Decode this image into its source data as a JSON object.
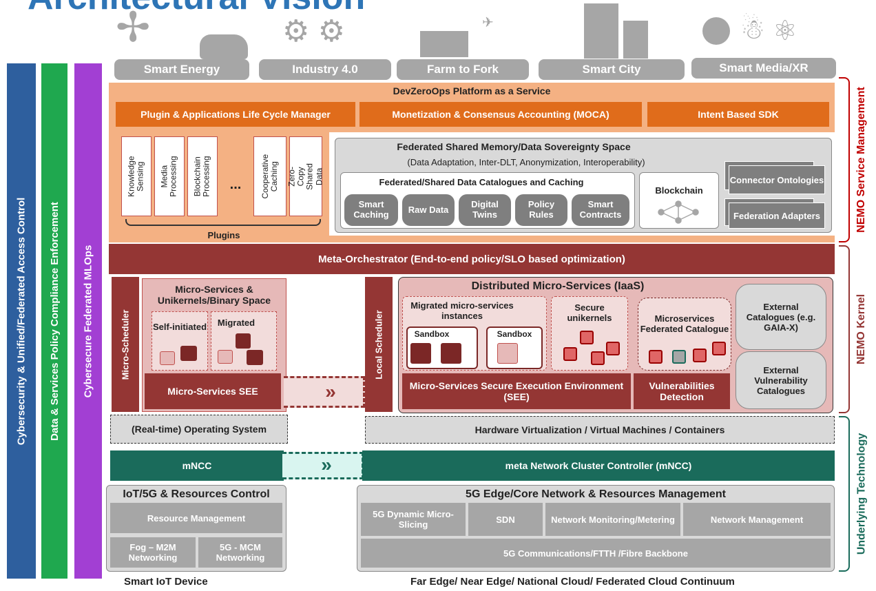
{
  "top_title": "Architectural Vision",
  "verticals": [
    "Smart Energy",
    "Industry 4.0",
    "Farm to Fork",
    "Smart City",
    "Smart Media/XR"
  ],
  "left_bars": [
    {
      "label": "Cybersecurity  &  Unified/Federated Access Control",
      "color": "#2e5f9e"
    },
    {
      "label": "Data & Services Policy Compliance Enforcement",
      "color": "#1fa84f"
    },
    {
      "label": "Cybersecure Federated MLOps",
      "color": "#a23fd3"
    }
  ],
  "right_labels": {
    "service_mgmt": "NEMO Service Management",
    "kernel": "NEMO Kernel",
    "underlying": "Underlying Technology"
  },
  "paas": {
    "title": "DevZeroOps Platform as a Service",
    "modules": [
      "Plugin & Applications Life Cycle Manager",
      "Monetization & Consensus Accounting (MOCA)",
      "Intent Based SDK"
    ]
  },
  "plugins": {
    "items": [
      "Knowledge Sensing",
      "Media Processing",
      "Blockchain Processing",
      "Cooperative Caching",
      "Zero-Copy Shared Data"
    ],
    "ellipsis": "...",
    "label": "Plugins"
  },
  "fsm": {
    "title": "Federated Shared Memory/Data Sovereignty Space",
    "subtitle": "(Data Adaptation, Inter-DLT, Anonymization, Interoperability)",
    "catalogues_title": "Federated/Shared Data Catalogues and Caching",
    "catalogues": [
      "Smart Caching",
      "Raw Data",
      "Digital Twins",
      "Policy Rules",
      "Smart Contracts"
    ],
    "blockchain": "Blockchain",
    "connector": "Connector Ontologies",
    "federation": "Federation Adapters"
  },
  "meta_orchestrator": "Meta-Orchestrator (End-to-end policy/SLO based optimization)",
  "left_kernel": {
    "micro_scheduler": "Micro-Scheduler",
    "space_title": "Micro-Services & Unikernels/Binary Space",
    "self_initiated": "Self-initiated",
    "migrated": "Migrated",
    "see": "Micro-Services SEE"
  },
  "right_kernel": {
    "local_scheduler": "Local Scheduler",
    "title": "Distributed Micro-Services (IaaS)",
    "migrated_instances": "Migrated micro-services instances",
    "sandbox1": "Sandbox",
    "sandbox2": "Sandbox",
    "secure_unikernels": "Secure unikernels",
    "fed_catalogue": "Microservices Federated Catalogue",
    "see": "Micro-Services Secure Execution Environment (SEE)",
    "vuln": "Vulnerabilities Detection",
    "ext_catalogues": "External Catalogues (e.g. GAIA-X)",
    "ext_vuln": "External Vulnerability Catalogues"
  },
  "os": "(Real-time) Operating System",
  "hw_virt": "Hardware Virtualization / Virtual Machines / Containers",
  "mncc_left": "mNCC",
  "mncc_right": "meta Network Cluster Controller (mNCC)",
  "iot": {
    "title": "IoT/5G & Resources Control",
    "resource_mgmt": "Resource  Management",
    "fog": "Fog – M2M Networking",
    "mcm": "5G - MCM Networking"
  },
  "edge": {
    "title": "5G Edge/Core Network & Resources Management",
    "slicing": "5G Dynamic Micro-Slicing",
    "sdn": "SDN",
    "monitoring": "Network Monitoring/Metering",
    "management": "Network Management",
    "backbone": "5G  Communications/FTTH /Fibre Backbone"
  },
  "bottom": {
    "left": "Smart IoT Device",
    "right": "Far Edge/ Near Edge/ National Cloud/ Federated Cloud Continuum"
  },
  "colors": {
    "orange_light": "#f4b183",
    "orange_dark": "#e06c1b",
    "maroon": "#943634",
    "pink": "#e6b9b8",
    "teal": "#1a6b5b",
    "red_label": "#c00000"
  }
}
